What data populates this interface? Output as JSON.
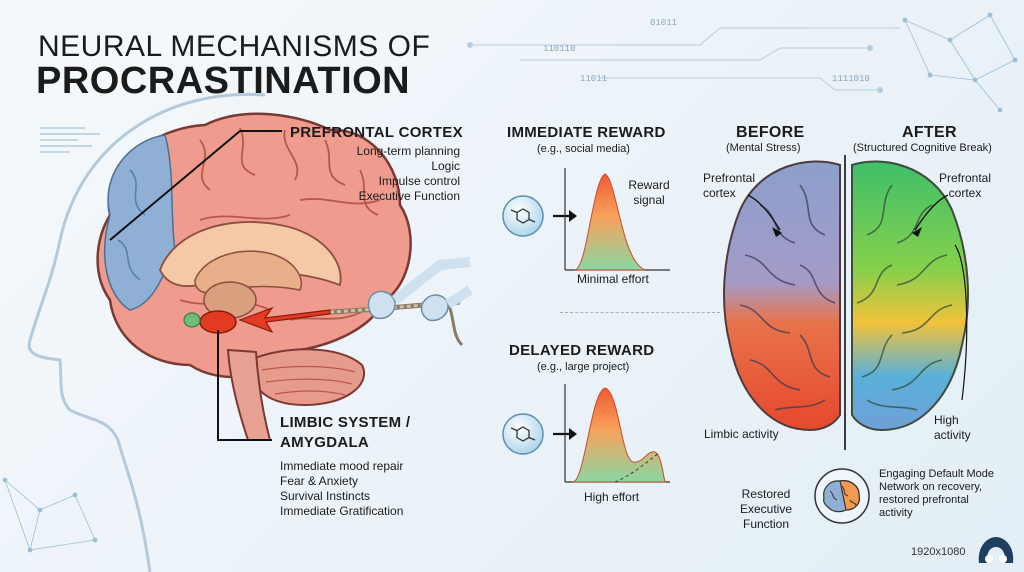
{
  "title": {
    "line1": "NEURAL MECHANISMS OF",
    "line2": "PROCRASTINATION"
  },
  "binary": [
    "01011",
    "110110",
    "11011",
    "1111010"
  ],
  "prefrontal": {
    "heading": "PREFRONTAL CORTEX",
    "items": [
      "Long-term planning",
      "Logic",
      "Impulse control",
      "Executive Function"
    ]
  },
  "limbic": {
    "heading_line1": "LIMBIC SYSTEM /",
    "heading_line2": "AMYGDALA",
    "items": [
      "Immediate mood repair",
      "Fear & Anxiety",
      "Survival Instincts",
      "Immediate Gratification"
    ]
  },
  "immediate": {
    "heading": "IMMEDIATE REWARD",
    "example": "(e.g., social media)",
    "curve_label_1": "Reward",
    "curve_label_2": "signal",
    "effort": "Minimal effort"
  },
  "delayed": {
    "heading": "DELAYED REWARD",
    "example": "(e.g., large project)",
    "effort": "High effort"
  },
  "before": {
    "heading": "BEFORE",
    "subtitle": "(Mental Stress)",
    "pfc_label_1": "Prefrontal",
    "pfc_label_2": "cortex",
    "limbic_label": "Limbic activity"
  },
  "after": {
    "heading": "AFTER",
    "subtitle": "(Structured Cognitive Break)",
    "pfc_label_1": "Prefrontal",
    "pfc_label_2": "cortex",
    "high_1": "High",
    "high_2": "activity"
  },
  "footer": {
    "restored_1": "Restored",
    "restored_2": "Executive",
    "restored_3": "Function",
    "dmn_1": "Engaging Default Mode",
    "dmn_2": "Network on recovery,",
    "dmn_3": "restored prefrontal",
    "dmn_4": "activity"
  },
  "size_tag": "1920x1080",
  "colors": {
    "cortex": "#ef9c8e",
    "cortex_dark": "#c95f55",
    "prefrontal": "#8fb0d4",
    "amygdala": "#e23b22",
    "reward_curve_start": "#8ad6a4",
    "reward_curve_end": "#f26b3a"
  }
}
